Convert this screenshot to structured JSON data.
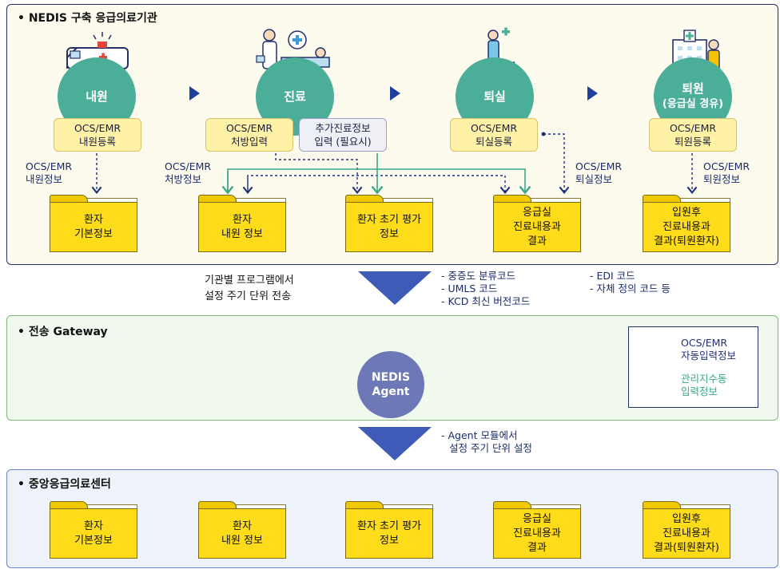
{
  "hospital": {
    "title": "• NEDIS 구축 응급의료기관",
    "stages": [
      {
        "name": "내원",
        "sub": "",
        "box_lines": [
          "OCS/EMR",
          "내원등록"
        ],
        "info_lines": [
          "OCS/EMR",
          "내원정보"
        ]
      },
      {
        "name": "진료",
        "sub": "",
        "box_lines": [
          "OCS/EMR",
          "처방입력"
        ],
        "info_lines": [
          "OCS/EMR",
          "처방정보"
        ]
      },
      {
        "name": "퇴실",
        "sub": "",
        "box_lines": [
          "OCS/EMR",
          "퇴실등록"
        ],
        "info_lines": [
          "OCS/EMR",
          "퇴실정보"
        ]
      },
      {
        "name": "퇴원",
        "sub": "(응급실 경유)",
        "box_lines": [
          "OCS/EMR",
          "퇴원등록"
        ],
        "info_lines": [
          "OCS/EMR",
          "퇴원정보"
        ]
      }
    ],
    "extra_box_lines": [
      "추가진료정보",
      "입력 (필요시)"
    ],
    "folders": [
      [
        "환자",
        "기본정보"
      ],
      [
        "환자",
        "내원 정보"
      ],
      [
        "환자 초기 평가",
        "정보"
      ],
      [
        "응급실",
        "진료내용과",
        "결과"
      ],
      [
        "입원후",
        "진료내용과",
        "결과(퇴원환자)"
      ]
    ]
  },
  "transfer1": {
    "left_lines": [
      "기관별 프로그램에서",
      "설정 주기 단위 전송"
    ],
    "codes_col1": [
      "- 중증도 분류코드",
      "- UMLS 코드",
      "- KCD 최신 버전코드"
    ],
    "codes_col2": [
      "- EDI 코드",
      "- 자체 정의 코드 등"
    ]
  },
  "gateway": {
    "title": "• 전송 Gateway",
    "agent_lines": [
      "NEDIS",
      "Agent"
    ],
    "legend": [
      {
        "lines": [
          "OCS/EMR",
          "자동입력정보"
        ],
        "color": "#1f2f7a"
      },
      {
        "lines": [
          "관리지수동",
          "입력정보"
        ],
        "color": "#3aa88a"
      }
    ]
  },
  "transfer2": {
    "lines": [
      "- Agent 모듈에서",
      "설정 주기 단위 설정"
    ]
  },
  "center": {
    "title": "• 중앙응급의료센터",
    "folders": [
      [
        "환자",
        "기본정보"
      ],
      [
        "환자",
        "내원 정보"
      ],
      [
        "환자 초기 평가",
        "정보"
      ],
      [
        "응급실",
        "진료내용과",
        "결과"
      ],
      [
        "입원후",
        "진료내용과",
        "결과(퇴원환자)"
      ]
    ]
  },
  "colors": {
    "navy": "#25306b",
    "teal_circle": "#4aae98",
    "folder_yellow": "#fedc1a",
    "box_yellow": "#fff1a6",
    "manual_arrow": "#3aa88a",
    "auto_arrow": "#1f2f7a",
    "agent_circle": "#6d79b6"
  },
  "icons": [
    "ambulance-icon",
    "doctor-bed-icon",
    "hand-person-icon",
    "hospital-building-icon",
    "monitor-cross-icon"
  ]
}
